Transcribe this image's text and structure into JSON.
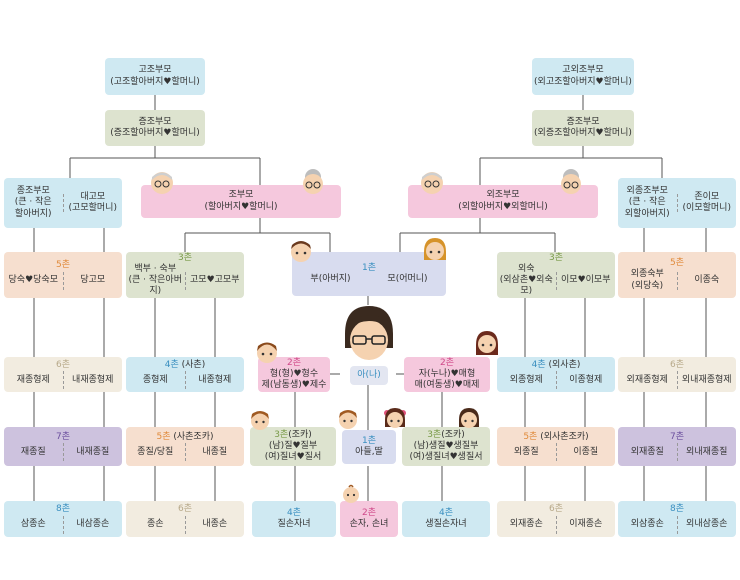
{
  "paternal_great_grandparents": {
    "title": "고조부모",
    "sub": "(고조할아버지♥할머니)"
  },
  "paternal_grandparents_gen": {
    "title": "증조부모",
    "sub": "(증조할아버지♥할머니)"
  },
  "maternal_great_grandparents": {
    "title": "고외조부모",
    "sub": "(외고조할아버지♥할머니)"
  },
  "maternal_grandparents_gen": {
    "title": "증조부모",
    "sub": "(외증조할아버지♥할머니)"
  },
  "jongjobumo": {
    "left": "종조부모",
    "left2": "(큰 · 작은",
    "left3": "할아버지)",
    "right": "대고모",
    "right2": "(고모할머니)"
  },
  "jobumo": {
    "title": "조부모",
    "sub": "(할아버지♥할머니)"
  },
  "oejobumo": {
    "title": "외조부모",
    "sub": "(외할아버지♥외할머니)"
  },
  "oejongjobumo": {
    "left": "외종조부모",
    "left2": "(큰 · 작은",
    "left3": "외할아버지)",
    "right": "존이모",
    "right2": "(이모할머니)"
  },
  "chon5_left": {
    "deg": "5촌",
    "left": "당숙♥당숙모",
    "right": "당고모"
  },
  "chon3_left": {
    "deg": "3촌",
    "left": "백부 · 숙부",
    "left2": "(큰 · 작은아버지)",
    "right": "고모♥고모부"
  },
  "parents": {
    "deg": "1촌",
    "left": "부(아버지)",
    "right": "모(어머니)"
  },
  "chon3_right": {
    "deg": "3촌",
    "left": "외숙",
    "left2": "(외삼촌♥외숙모)",
    "right": "이모♥이모부"
  },
  "chon5_right": {
    "deg": "5촌",
    "left": "외종숙부",
    "left2": "(외당숙)",
    "right": "이종숙"
  },
  "chon6_left": {
    "deg": "6촌",
    "left": "재종형제",
    "right": "내재종형제"
  },
  "chon4_left": {
    "deg": "4촌",
    "degx": "(사촌)",
    "left": "종형제",
    "right": "내종형제"
  },
  "chon2_left": {
    "deg": "2촌",
    "l1": "형(형)♥형수",
    "l2": "제(남동생)♥제수"
  },
  "self": {
    "label": "아(나)"
  },
  "chon2_right": {
    "deg": "2촌",
    "l1": "자(누나)♥매형",
    "l2": "매(여동생)♥매제"
  },
  "chon4_right": {
    "deg": "4촌",
    "degx": "(외사촌)",
    "left": "외종형제",
    "right": "이종형제"
  },
  "chon6_right": {
    "deg": "6촌",
    "left": "외재종형제",
    "right": "외내재종형제"
  },
  "chon7_left": {
    "deg": "7촌",
    "left": "재종질",
    "right": "내재종질"
  },
  "chon5_left2": {
    "deg": "5촌",
    "degx": "(사촌조카)",
    "left": "종질/당질",
    "right": "내종질"
  },
  "chon3_left2": {
    "deg": "3촌",
    "degx": "(조카)",
    "l1": "(남)질♥질부",
    "l2": "(여)질녀♥질서"
  },
  "chon1_child": {
    "deg": "1촌",
    "label": "아들,딸"
  },
  "chon3_right2": {
    "deg": "3촌",
    "degx": "(조카)",
    "l1": "(남)생질♥생질부",
    "l2": "(여)생질녀♥생질서"
  },
  "chon5_right2": {
    "deg": "5촌",
    "degx": "(외사촌조카)",
    "left": "외종질",
    "right": "이종질"
  },
  "chon7_right": {
    "deg": "7촌",
    "left": "외재종질",
    "right": "외내재종질"
  },
  "chon8_left": {
    "deg": "8촌",
    "left": "삼종손",
    "right": "내삼종손"
  },
  "chon6_left2": {
    "deg": "6촌",
    "left": "종손",
    "right": "내종손"
  },
  "chon4_left2": {
    "deg": "4촌",
    "label": "질손자녀"
  },
  "chon2_grand": {
    "deg": "2촌",
    "label": "손자, 손녀"
  },
  "chon4_right2": {
    "deg": "4촌",
    "label": "생질손자녀"
  },
  "chon6_right2": {
    "deg": "6촌",
    "left": "외재종손",
    "right": "이재종손"
  },
  "chon8_right": {
    "deg": "8촌",
    "left": "외삼종손",
    "right": "외내삼종손"
  }
}
